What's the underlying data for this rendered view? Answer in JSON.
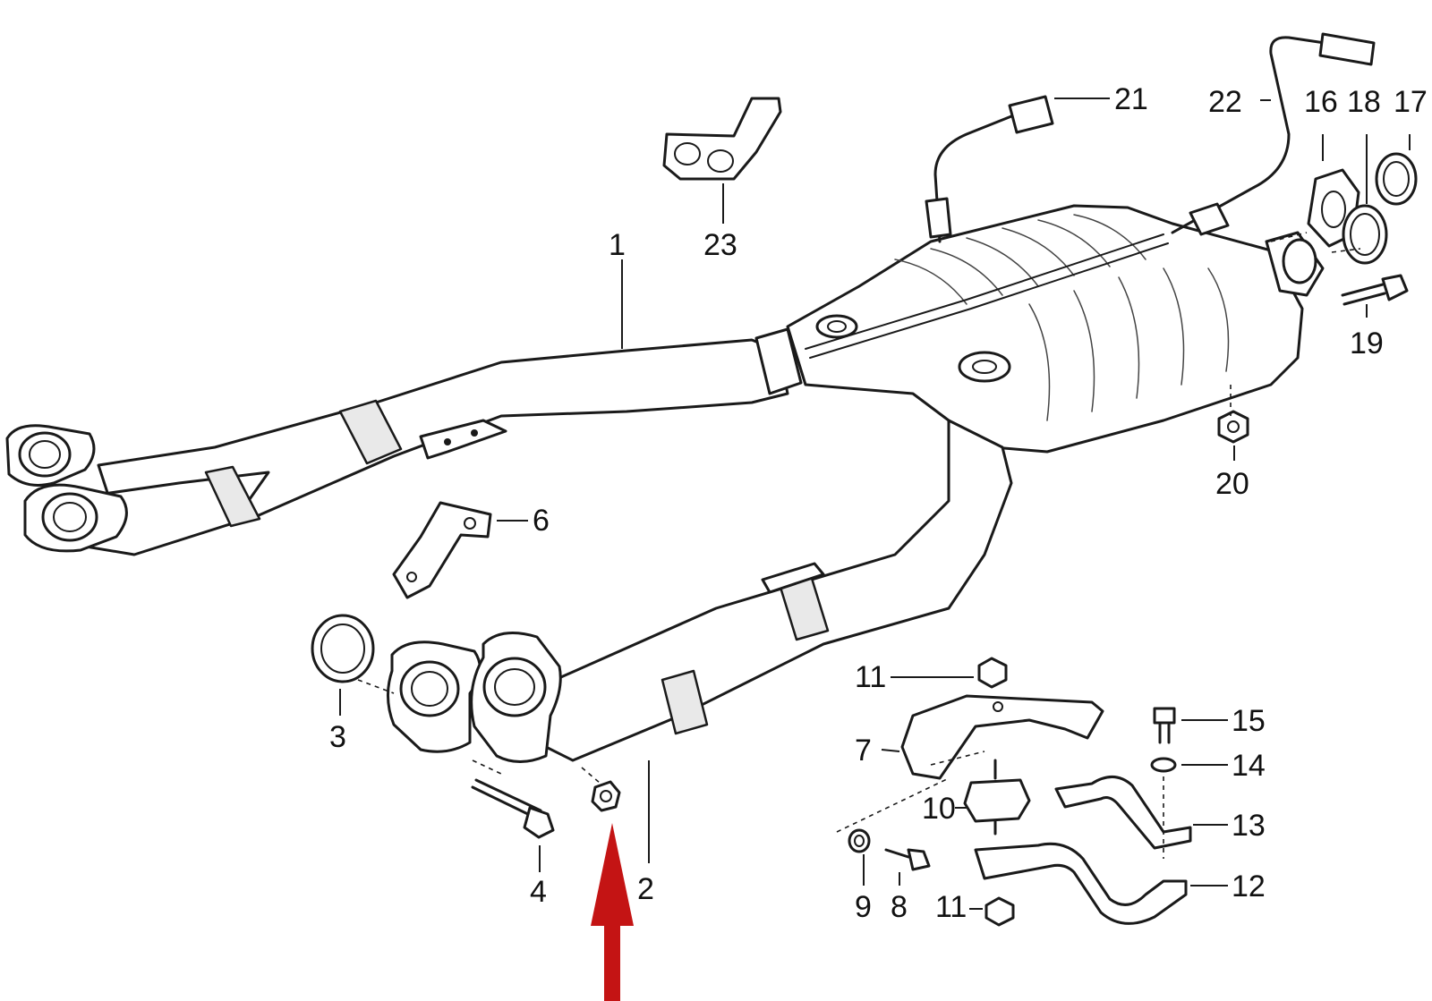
{
  "diagram": {
    "arrow_color": "#c41414",
    "line_color": "#1a1a1a",
    "callouts": [
      {
        "id": "c1",
        "text": "1"
      },
      {
        "id": "c2",
        "text": "2"
      },
      {
        "id": "c3",
        "text": "3"
      },
      {
        "id": "c4",
        "text": "4"
      },
      {
        "id": "c6",
        "text": "6"
      },
      {
        "id": "c7",
        "text": "7"
      },
      {
        "id": "c8",
        "text": "8"
      },
      {
        "id": "c9",
        "text": "9"
      },
      {
        "id": "c10",
        "text": "10"
      },
      {
        "id": "c11a",
        "text": "11"
      },
      {
        "id": "c11b",
        "text": "11"
      },
      {
        "id": "c12",
        "text": "12"
      },
      {
        "id": "c13",
        "text": "13"
      },
      {
        "id": "c14",
        "text": "14"
      },
      {
        "id": "c15",
        "text": "15"
      },
      {
        "id": "c16",
        "text": "16"
      },
      {
        "id": "c17",
        "text": "17"
      },
      {
        "id": "c18",
        "text": "18"
      },
      {
        "id": "c19",
        "text": "19"
      },
      {
        "id": "c20",
        "text": "20"
      },
      {
        "id": "c21",
        "text": "21"
      },
      {
        "id": "c22",
        "text": "22"
      },
      {
        "id": "c23",
        "text": "23"
      }
    ]
  }
}
